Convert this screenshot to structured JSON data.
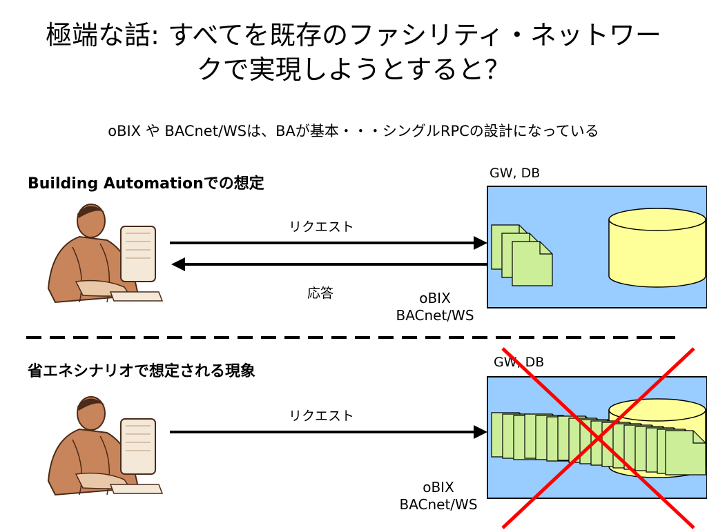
{
  "title": {
    "line1": "極端な話: すべてを既存のファシリティ・ネットワー",
    "line2": "クで実現しようとすると？"
  },
  "subtitle": "oBIX や BACnet/WSは、BAが基本・・・シングルRPCの設計になっている",
  "top_section": {
    "heading": "Building Automationでの想定",
    "server_label": "GW, DB",
    "request_label": "リクエスト",
    "response_label": "応答",
    "protocol_line1": "oBIX",
    "protocol_line2": "BACnet/WS"
  },
  "bottom_section": {
    "heading": "省エネシナリオで想定される現象",
    "server_label": "GW, DB",
    "request_label": "リクエスト",
    "protocol_line1": "oBIX",
    "protocol_line2": "BACnet/WS"
  },
  "colors": {
    "server_box": "#99ccff",
    "database": "#ffff99",
    "document": "#ccee99",
    "cross": "#ff0000"
  }
}
